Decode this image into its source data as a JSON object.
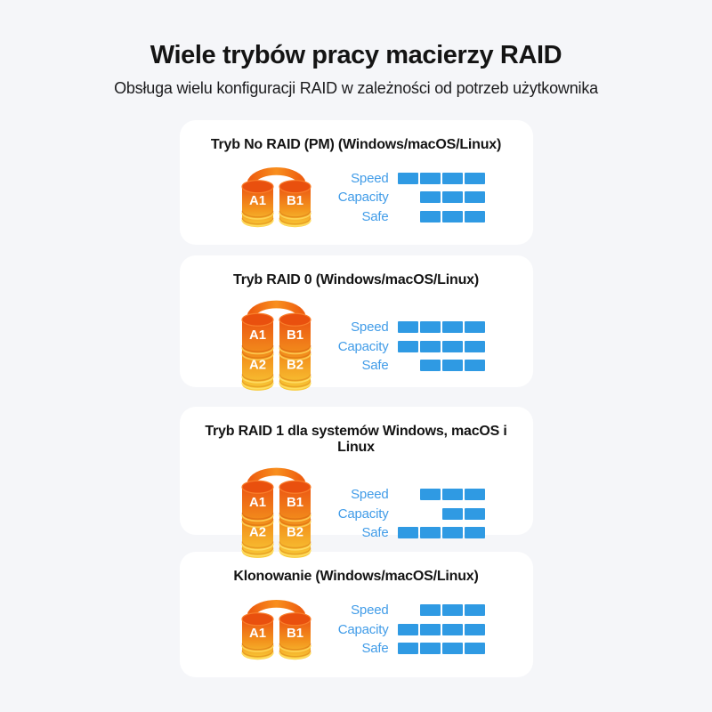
{
  "page": {
    "background_color": "#f5f6f9",
    "card_color": "#ffffff",
    "accent_blue_bar": "#2f9ae3",
    "accent_blue_label": "#419ce8",
    "disk_orange": "#f3941d",
    "disk_arc_orange": "#ee5f10"
  },
  "header": {
    "title": "Wiele trybów pracy macierzy RAID",
    "subtitle": "Obsługa wielu konfiguracji RAID w zależności od potrzeb użytkownika"
  },
  "cards": [
    {
      "title": "Tryb No RAID (PM) (Windows/macOS/Linux)",
      "disk_layout": "single-pair",
      "disks": [
        {
          "label1": "A1"
        },
        {
          "label1": "B1"
        }
      ],
      "bars": [
        {
          "label": "Speed",
          "segments": 4,
          "max_segments": 4
        },
        {
          "label": "Capacity",
          "segments": 3,
          "max_segments": 4
        },
        {
          "label": "Safe",
          "segments": 3,
          "max_segments": 4
        }
      ]
    },
    {
      "title": "Tryb RAID 0 (Windows/macOS/Linux)",
      "disk_layout": "double-pair",
      "disks": [
        {
          "label1": "A1",
          "label2": "A2"
        },
        {
          "label1": "B1",
          "label2": "B2"
        }
      ],
      "bars": [
        {
          "label": "Speed",
          "segments": 4,
          "max_segments": 4
        },
        {
          "label": "Capacity",
          "segments": 4,
          "max_segments": 4
        },
        {
          "label": "Safe",
          "segments": 3,
          "max_segments": 4
        }
      ]
    },
    {
      "title": "Tryb RAID 1 dla systemów Windows, macOS i Linux",
      "disk_layout": "double-pair",
      "disks": [
        {
          "label1": "A1",
          "label2": "A2"
        },
        {
          "label1": "B1",
          "label2": "B2"
        }
      ],
      "bars": [
        {
          "label": "Speed",
          "segments": 3,
          "max_segments": 4
        },
        {
          "label": "Capacity",
          "segments": 2,
          "max_segments": 4
        },
        {
          "label": "Safe",
          "segments": 4,
          "max_segments": 4
        }
      ]
    },
    {
      "title": "Klonowanie (Windows/macOS/Linux)",
      "disk_layout": "single-pair",
      "disks": [
        {
          "label1": "A1"
        },
        {
          "label1": "B1"
        }
      ],
      "bars": [
        {
          "label": "Speed",
          "segments": 3,
          "max_segments": 4
        },
        {
          "label": "Capacity",
          "segments": 4,
          "max_segments": 4
        },
        {
          "label": "Safe",
          "segments": 4,
          "max_segments": 4
        }
      ]
    }
  ]
}
